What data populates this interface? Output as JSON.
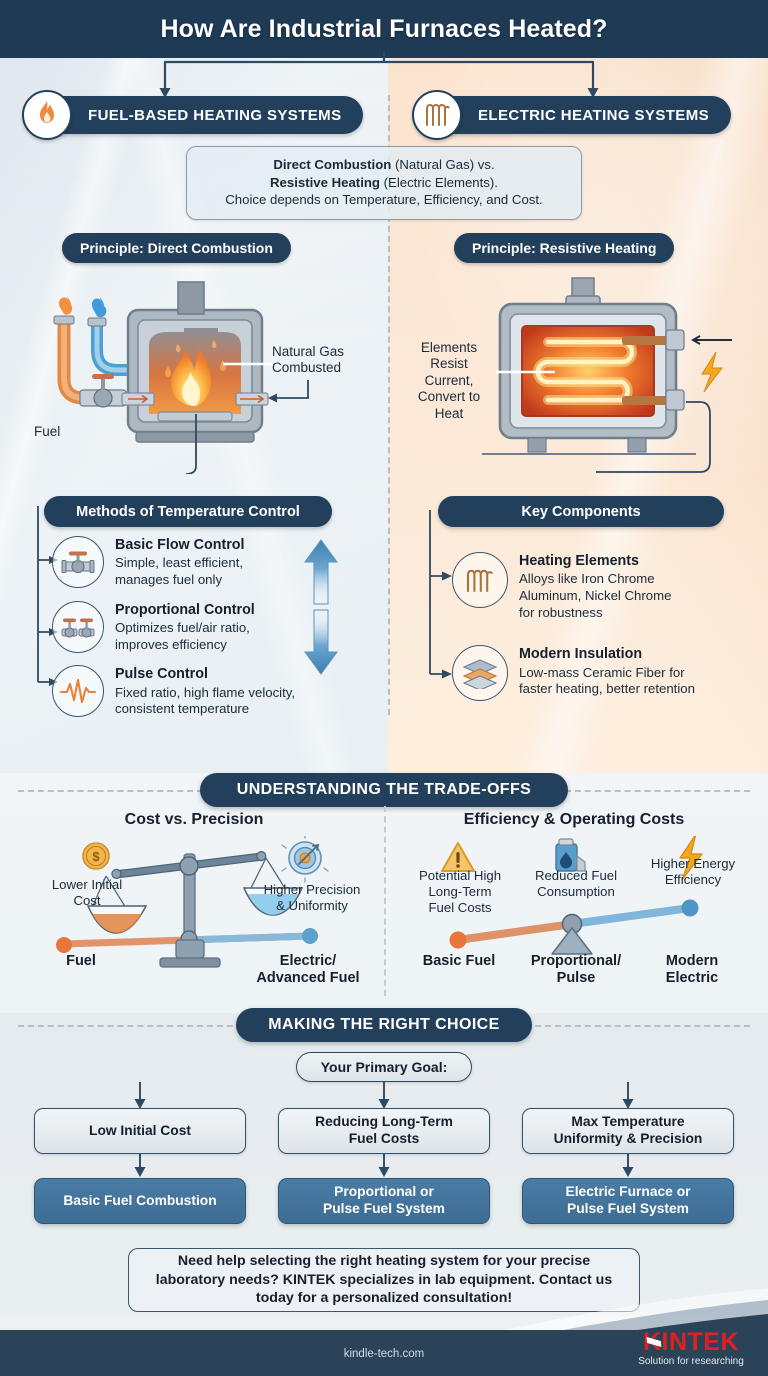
{
  "header": {
    "title": "How Are Industrial Furnaces Heated?"
  },
  "categories": [
    {
      "label": "FUEL-BASED HEATING SYSTEMS",
      "icon": "flame-icon"
    },
    {
      "label": "ELECTRIC HEATING SYSTEMS",
      "icon": "heating-coil-icon"
    }
  ],
  "intro": {
    "line1_bold": "Direct Combustion",
    "line1_rest": " (Natural Gas) vs.",
    "line2_bold": "Resistive Heating",
    "line2_rest": " (Electric Elements).",
    "line3": "Choice depends on Temperature, Efficiency, and Cost."
  },
  "principles": {
    "left": "Principle: Direct Combustion",
    "right": "Principle: Resistive Heating"
  },
  "diagrams": {
    "left": {
      "callout": "Natural Gas\nCombusted",
      "fuel_label": "Fuel"
    },
    "right": {
      "callout": "Elements\nResist\nCurrent,\nConvert to\nHeat"
    }
  },
  "left_section": {
    "title": "Methods of Temperature Control",
    "items": [
      {
        "icon": "single-valve-icon",
        "title": "Basic Flow Control",
        "desc": "Simple, least efficient,\nmanages fuel only"
      },
      {
        "icon": "double-valve-icon",
        "title": "Proportional Control",
        "desc": "Optimizes fuel/air ratio,\nimproves efficiency"
      },
      {
        "icon": "pulse-wave-icon",
        "title": "Pulse Control",
        "desc": "Fixed ratio, high flame velocity,\nconsistent temperature"
      }
    ]
  },
  "right_section": {
    "title": "Key Components",
    "items": [
      {
        "icon": "heating-coil-icon",
        "title": "Heating Elements",
        "desc": "Alloys like Iron Chrome\nAluminum, Nickel Chrome\nfor robustness"
      },
      {
        "icon": "insulation-layers-icon",
        "title": "Modern Insulation",
        "desc": "Low-mass Ceramic Fiber for\nfaster heating, better retention"
      }
    ]
  },
  "tradeoffs": {
    "banner": "UNDERSTANDING THE TRADE-OFFS",
    "left": {
      "title": "Cost vs. Precision",
      "label_left": "Lower Initial\nCost",
      "label_right": "Higher Precision\n& Uniformity",
      "bold_left": "Fuel",
      "bold_right": "Electric/\nAdvanced Fuel",
      "icon_left": "coin-dollar-icon",
      "icon_right": "target-arrow-icon",
      "graphic": "balance-scale"
    },
    "right": {
      "title": "Efficiency & Operating Costs",
      "label_left": "Potential High\nLong-Term\nFuel Costs",
      "label_mid": "Reduced Fuel\nConsumption",
      "label_right": "Higher Energy\nEfficiency",
      "bold_left": "Basic Fuel",
      "bold_mid": "Proportional/\nPulse",
      "bold_right": "Modern\nElectric",
      "icon_left": "warning-triangle-icon",
      "icon_mid": "fuel-canister-icon",
      "icon_right": "lightning-bolt-icon",
      "graphic": "seesaw-lever"
    }
  },
  "choice": {
    "banner": "MAKING THE RIGHT CHOICE",
    "goal_prompt": "Your Primary Goal:",
    "branches": [
      {
        "goal": "Low Initial Cost",
        "answer": "Basic Fuel Combustion"
      },
      {
        "goal": "Reducing Long-Term\nFuel Costs",
        "answer": "Proportional or\nPulse Fuel System"
      },
      {
        "goal": "Max Temperature\nUniformity & Precision",
        "answer": "Electric Furnace or\nPulse Fuel System"
      }
    ]
  },
  "cta": {
    "text": "Need help selecting the right heating system for your precise laboratory needs? KINTEK specializes in lab equipment. Contact us today for a personalized consultation!"
  },
  "footer": {
    "url": "kindle-tech.com",
    "logo_name": "KINTEK",
    "logo_tagline": "Solution for researching"
  },
  "colors": {
    "navy": "#22405c",
    "header_navy": "#1e3a55",
    "accent_blue": "#4a7ca5",
    "accent_orange": "#e8813a",
    "panel_left_bg": "#e7eef2",
    "panel_right_bg": "#fbe7d5",
    "logo_red": "#e02020"
  }
}
